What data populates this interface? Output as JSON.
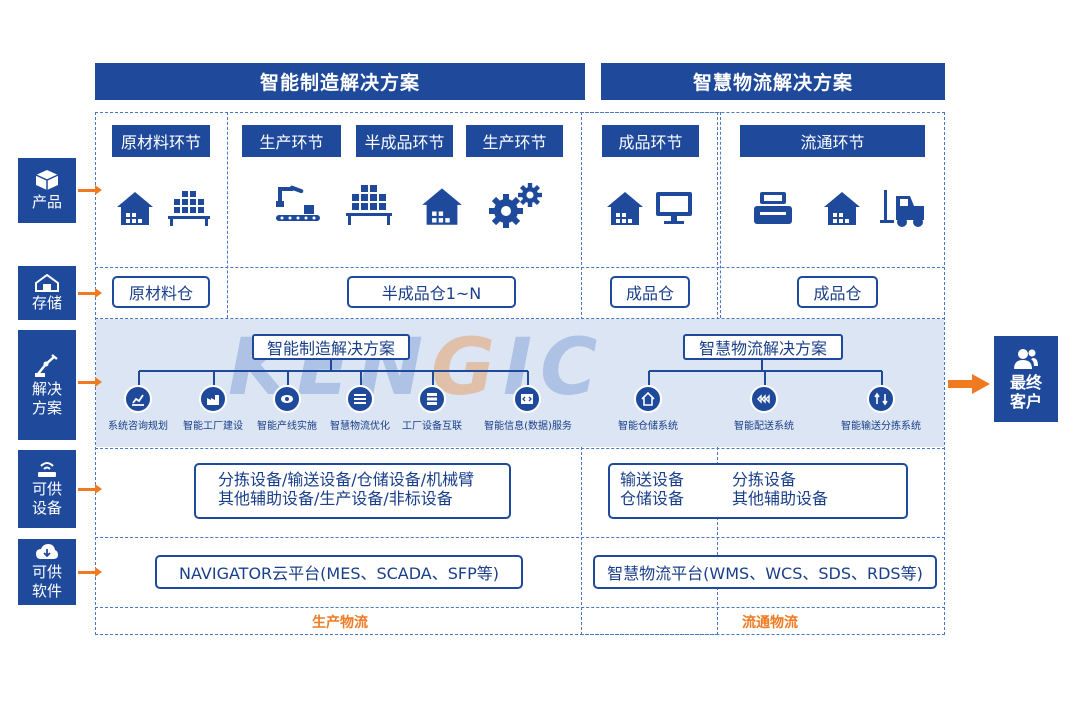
{
  "headers": {
    "manufacturing": "智能制造解决方案",
    "logistics": "智慧物流解决方案"
  },
  "stages": [
    "原材料环节",
    "生产环节",
    "半成品环节",
    "生产环节",
    "成品环节",
    "流通环节"
  ],
  "storage": {
    "raw": "原材料仓",
    "semi": "半成品仓1~N",
    "finished1": "成品仓",
    "finished2": "成品仓"
  },
  "side_labels": {
    "product": "产品",
    "storage": "存储",
    "solution_1": "解决",
    "solution_2": "方案",
    "equip_1": "可供",
    "equip_2": "设备",
    "soft_1": "可供",
    "soft_2": "软件"
  },
  "solution": {
    "manufacturing_title": "智能制造解决方案",
    "logistics_title": "智慧物流解决方案",
    "manufacturing_nodes": [
      "系统咨询规划",
      "智能工厂建设",
      "智能产线实施",
      "智慧物流优化",
      "工厂设备互联",
      "智能信息(数据)服务"
    ],
    "logistics_nodes": [
      "智能仓储系统",
      "智能配送系统",
      "智能输送分拣系统"
    ]
  },
  "watermark": {
    "part1": "KEN",
    "part2": "G",
    "part3": "IC"
  },
  "equipment": {
    "manufacturing_line1": "分拣设备/输送设备/仓储设备/机械臂",
    "manufacturing_line2": "其他辅助设备/生产设备/非标设备",
    "logistics_left_line1": "输送设备",
    "logistics_left_line2": "仓储设备",
    "logistics_right_line1": "分拣设备",
    "logistics_right_line2": "其他辅助设备"
  },
  "software": {
    "manufacturing": "NAVIGATOR云平台(MES、SCADA、SFP等)",
    "logistics": "智慧物流平台(WMS、WCS、SDS、RDS等)"
  },
  "footer": {
    "production": "生产物流",
    "circulation": "流通物流"
  },
  "customer": {
    "line1": "最终",
    "line2": "客户"
  },
  "colors": {
    "primary": "#1f4a9c",
    "accent": "#ef7a22",
    "band": "#dbe5f3"
  },
  "icons": [
    "box-icon",
    "storage-icon",
    "robot-arm-icon",
    "router-icon",
    "cloud-download-icon",
    "warehouse-icon",
    "shelf-icon",
    "assembly-line-icon",
    "gears-icon",
    "monitor-icon",
    "cash-register-icon",
    "forklift-icon",
    "customer-icon"
  ]
}
